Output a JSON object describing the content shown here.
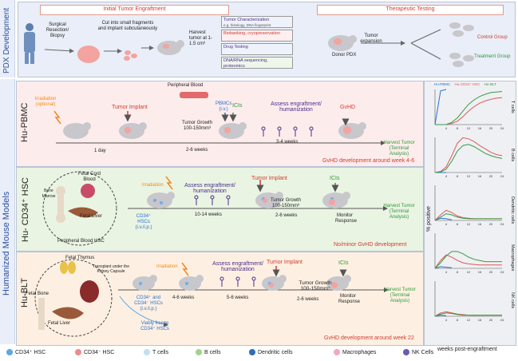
{
  "colors": {
    "pdx_bg": "#e9eef8",
    "pbmc_bg": "#fdecec",
    "hsc_bg": "#eaf4e3",
    "blt_bg": "#fdf0e2",
    "accent_red": "#d23b2e",
    "accent_green": "#2f9a3a",
    "accent_purple": "#4b2c8c",
    "accent_orange": "#f08a1c",
    "hu_pbmc_line": "#2a6fd0",
    "hu_cd34_line": "#e05858",
    "hu_blt_line": "#3a9a44"
  },
  "side_labels": {
    "pdx": "PDX Development",
    "humanized": "Humanized Mouse Models",
    "hu_pbmc": "Hu-PBMC",
    "hu_hsc": "Hu- CD34⁺ HSC",
    "hu_blt": "Hu-BLT"
  },
  "pdx": {
    "header_left": "Initial Tumor Engraftment",
    "header_right": "Therapeutic Testing",
    "step_surgical": "Surgical Resection/ Biopsy",
    "step_cut": "Cut into small fragments and implant subcutaneously",
    "step_harvest": "Harvest tumor at 1-1.5 cm³",
    "tech_1_title": "Tumor Characterization",
    "tech_1_sub": "e.g. histology, DNA fingerprint",
    "tech_2": "Biobanking, cryopreservation",
    "tech_3": "Drug Testing",
    "tech_4": "DNA/RNA sequencing, proteomics",
    "donor": "Donor PDX",
    "expansion": "Tumor expansion",
    "control": "Control Group",
    "treatment": "Treatment Group"
  },
  "pbmc": {
    "irradiation": "Irradiation (optional)",
    "peripheral_blood": "Peripheral Blood",
    "tumor_implant": "Tumor Implant",
    "pbmcs": "PBMCs (i.v.)",
    "icis": "ICIs",
    "assess": "Assess engraftment/ humanization",
    "gvhd": "GvHD",
    "day1": "1 day",
    "tumor_growth": "Tumor Growth 100-150mm³",
    "weeks_2_6": "2-6 weeks",
    "weeks_3_4": "3-4 weeks",
    "harvest": "Harvest Tumor (Terminal Analysis)",
    "gvhd_note": "GvHD development around week 4-6"
  },
  "hsc": {
    "fetal_cord": "Fetal Cord Blood",
    "bone_marrow": "Bone Marrow",
    "fetal_liver": "Fetal Liver",
    "peripheral_hsc": "Peripheral Blood HSC",
    "irradiation": "Irradiation",
    "cd34": "CD34⁺ HSCs (i.v./i.p.)",
    "assess": "Assess engraftment/ humanization",
    "weeks_10_14": "10-14 weeks",
    "tumor_implant": "Tumor Implant",
    "icis": "ICIs",
    "tumor_growth": "Tumor Growth 100-150mm³",
    "weeks_2_6": "2-6 weeks",
    "monitor": "Monitor Response",
    "harvest": "Harvest Tumor (Terminal Analysis)",
    "gvhd_note": "No/minor GvHD development"
  },
  "blt": {
    "fetal_thymus": "Fetal Thymus",
    "transplant": "Transplant under the Kidney Capsule",
    "fetal_bone": "Fetal Bone",
    "fetal_liver": "Fetal Liver",
    "irradiation": "Irradiation",
    "cd34": "CD34⁺ and CD34⁻ HSCs (i.v./i.p.)",
    "viably_freeze": "Viably freeze CD34⁺ HSCs",
    "weeks_4_6": "4-6 weeks",
    "assess": "Assess engraftment/ humanization",
    "weeks_5_6": "5-6 weeks",
    "tumor_implant": "Tumor Implant",
    "tumor_growth": "Tumor Growth 100-150mm³",
    "weeks_2_6": "2-6 weeks",
    "icis": "ICIs",
    "monitor": "Monitor Response",
    "harvest": "Harvest Tumor (Terminal Analysis)",
    "gvhd_note": "GvHD development around week 22"
  },
  "charts": {
    "legend": [
      "Hu-PBMC",
      "Hu-CD34⁺ HSC",
      "Hu-BLT"
    ],
    "y_label": "% positive",
    "x_label": "weeks post-engraftment",
    "x_ticks": [
      "4",
      "8",
      "12",
      "16",
      "20",
      "24"
    ],
    "panels": [
      "T cells",
      "B cells",
      "Dendritic cells",
      "Macrophages",
      "NK cells"
    ]
  },
  "legend_items": [
    {
      "label": "CD34⁺ HSC",
      "color": "#5aa8e8"
    },
    {
      "label": "CD34⁻ HSC",
      "color": "#ef8a8a"
    },
    {
      "label": "T cells",
      "color": "#bfe0f4"
    },
    {
      "label": "B cells",
      "color": "#9fd48e"
    },
    {
      "label": "Dendritic  cells",
      "color": "#2f6db5"
    },
    {
      "label": "Macrophages",
      "color": "#f3a6c6"
    },
    {
      "label": "NK Cells",
      "color": "#6a5ab0"
    }
  ],
  "chart_data": [
    {
      "type": "line",
      "title": "T cells",
      "x": [
        0,
        2,
        4,
        6,
        8,
        10,
        12,
        14,
        16,
        18,
        20,
        22,
        24
      ],
      "series": [
        {
          "name": "Hu-PBMC",
          "values": [
            0,
            60,
            82,
            0,
            0,
            0,
            0,
            0,
            0,
            0,
            0,
            0,
            0
          ]
        },
        {
          "name": "Hu-CD34⁺ HSC",
          "values": [
            0,
            0,
            0,
            2,
            6,
            14,
            24,
            32,
            38,
            42,
            45,
            47,
            48
          ]
        },
        {
          "name": "Hu-BLT",
          "values": [
            0,
            0,
            0,
            4,
            12,
            24,
            36,
            44,
            50,
            54,
            57,
            58,
            59
          ]
        }
      ]
    },
    {
      "type": "line",
      "title": "B cells",
      "x": [
        0,
        2,
        4,
        6,
        8,
        10,
        12,
        14,
        16,
        18,
        20,
        22,
        24
      ],
      "series": [
        {
          "name": "Hu-PBMC",
          "values": [
            0,
            0,
            0,
            0,
            0,
            0,
            0,
            0,
            0,
            0,
            0,
            0,
            0
          ]
        },
        {
          "name": "Hu-CD34⁺ HSC",
          "values": [
            0,
            2,
            10,
            30,
            52,
            62,
            60,
            55,
            48,
            42,
            36,
            32,
            30
          ]
        },
        {
          "name": "Hu-BLT",
          "values": [
            0,
            1,
            6,
            20,
            38,
            48,
            50,
            46,
            40,
            34,
            30,
            27,
            25
          ]
        }
      ]
    },
    {
      "type": "line",
      "title": "Dendritic cells",
      "x": [
        0,
        2,
        4,
        6,
        8,
        10,
        12,
        14,
        16,
        18,
        20,
        22,
        24
      ],
      "series": [
        {
          "name": "Hu-PBMC",
          "values": [
            0,
            4,
            3,
            1,
            0,
            0,
            0,
            0,
            0,
            0,
            0,
            0,
            0
          ]
        },
        {
          "name": "Hu-CD34⁺ HSC",
          "values": [
            0,
            10,
            18,
            14,
            8,
            5,
            4,
            3,
            3,
            3,
            3,
            3,
            3
          ]
        },
        {
          "name": "Hu-BLT",
          "values": [
            0,
            6,
            12,
            10,
            6,
            4,
            3,
            3,
            3,
            3,
            3,
            3,
            3
          ]
        }
      ]
    },
    {
      "type": "line",
      "title": "Macrophages",
      "x": [
        0,
        2,
        4,
        6,
        8,
        10,
        12,
        14,
        16,
        18,
        20,
        22,
        24
      ],
      "series": [
        {
          "name": "Hu-PBMC",
          "values": [
            0,
            3,
            2,
            1,
            0,
            0,
            0,
            0,
            0,
            0,
            0,
            0,
            0
          ]
        },
        {
          "name": "Hu-CD34⁺ HSC",
          "values": [
            0,
            14,
            24,
            20,
            14,
            10,
            8,
            7,
            6,
            6,
            6,
            6,
            6
          ]
        },
        {
          "name": "Hu-BLT",
          "values": [
            0,
            10,
            22,
            30,
            30,
            26,
            20,
            16,
            14,
            12,
            12,
            12,
            12
          ]
        }
      ]
    },
    {
      "type": "line",
      "title": "NK cells",
      "x": [
        0,
        2,
        4,
        6,
        8,
        10,
        12,
        14,
        16,
        18,
        20,
        22,
        24
      ],
      "series": [
        {
          "name": "Hu-PBMC",
          "values": [
            0,
            2,
            1,
            0,
            0,
            0,
            0,
            0,
            0,
            0,
            0,
            0,
            0
          ]
        },
        {
          "name": "Hu-CD34⁺ HSC",
          "values": [
            0,
            6,
            8,
            6,
            4,
            3,
            2,
            2,
            2,
            2,
            2,
            2,
            2
          ]
        },
        {
          "name": "Hu-BLT",
          "values": [
            0,
            4,
            6,
            5,
            3,
            2,
            2,
            2,
            2,
            2,
            2,
            2,
            2
          ]
        }
      ]
    }
  ]
}
